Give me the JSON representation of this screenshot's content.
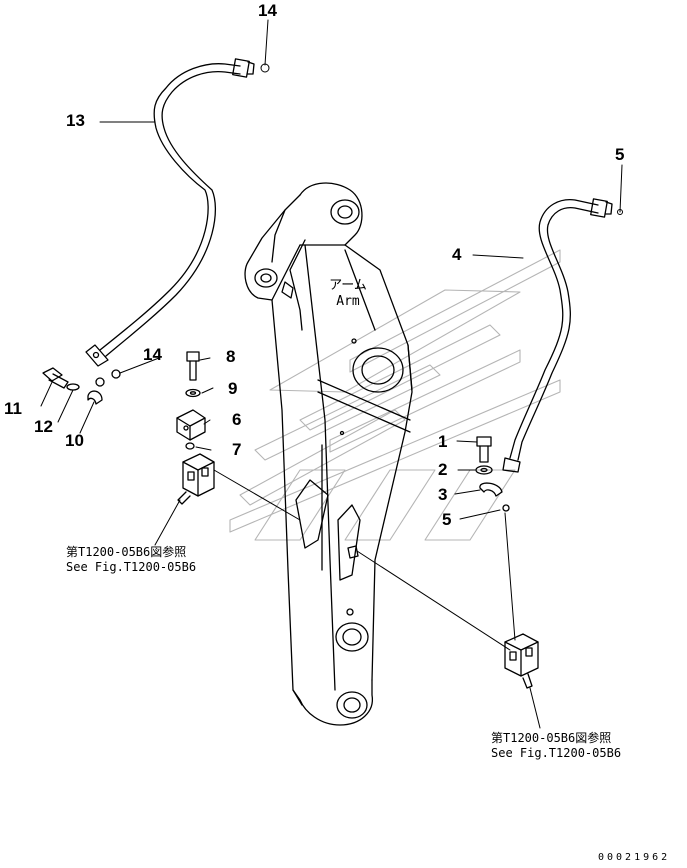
{
  "callouts": {
    "p1": "1",
    "p2": "2",
    "p3": "3",
    "p4": "4",
    "p5_top": "5",
    "p5_mid": "5",
    "p6": "6",
    "p7": "7",
    "p8": "8",
    "p9": "9",
    "p10": "10",
    "p11": "11",
    "p12": "12",
    "p13": "13",
    "p14_top": "14",
    "p14_mid": "14"
  },
  "arm_label": {
    "jp": "アーム",
    "en": "Arm"
  },
  "reference_left": {
    "jp": "第T1200-05B6図参照",
    "en": "See Fig.T1200-05B6"
  },
  "reference_right": {
    "jp": "第T1200-05B6図参照",
    "en": "See Fig.T1200-05B6"
  },
  "drawing_number": "00021962"
}
